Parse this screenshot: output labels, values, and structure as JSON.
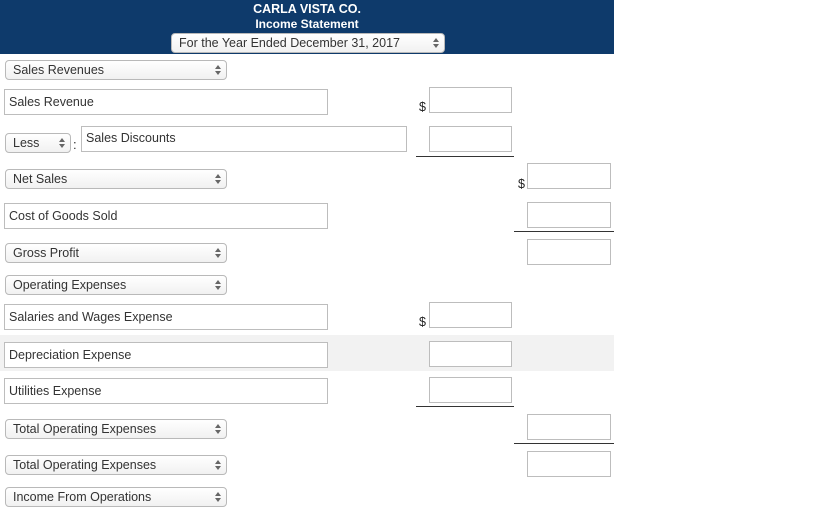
{
  "header": {
    "company": "CARLA VISTA CO.",
    "statement": "Income Statement",
    "period": "For the Year Ended December 31, 2017"
  },
  "currency_symbol": "$",
  "rows": {
    "sales_revenues_select": "Sales Revenues",
    "sales_revenue": "Sales Revenue",
    "less_select": "Less",
    "colon": ":",
    "sales_discounts": "Sales Discounts",
    "net_sales_select": "Net Sales",
    "cost_of_goods_sold": "Cost of Goods Sold",
    "gross_profit_select": "Gross Profit",
    "operating_expenses_select": "Operating Expenses",
    "salaries_and_wages": "Salaries and Wages Expense",
    "depreciation": "Depreciation Expense",
    "utilities": "Utilities Expense",
    "total_operating_expenses_select_1": "Total Operating Expenses",
    "total_operating_expenses_select_2": "Total Operating Expenses",
    "income_from_operations_select": "Income From Operations"
  },
  "amounts": {
    "sales_revenue": "",
    "sales_discounts": "",
    "net_sales": "",
    "cost_of_goods_sold": "",
    "gross_profit": "",
    "salaries_and_wages": "",
    "depreciation": "",
    "utilities": "",
    "total_operating_expenses_1": "",
    "total_operating_expenses_2": ""
  },
  "colors": {
    "header_bg": "#0e3a6b",
    "header_text": "#ffffff",
    "shade_row": "#f2f2f2"
  }
}
